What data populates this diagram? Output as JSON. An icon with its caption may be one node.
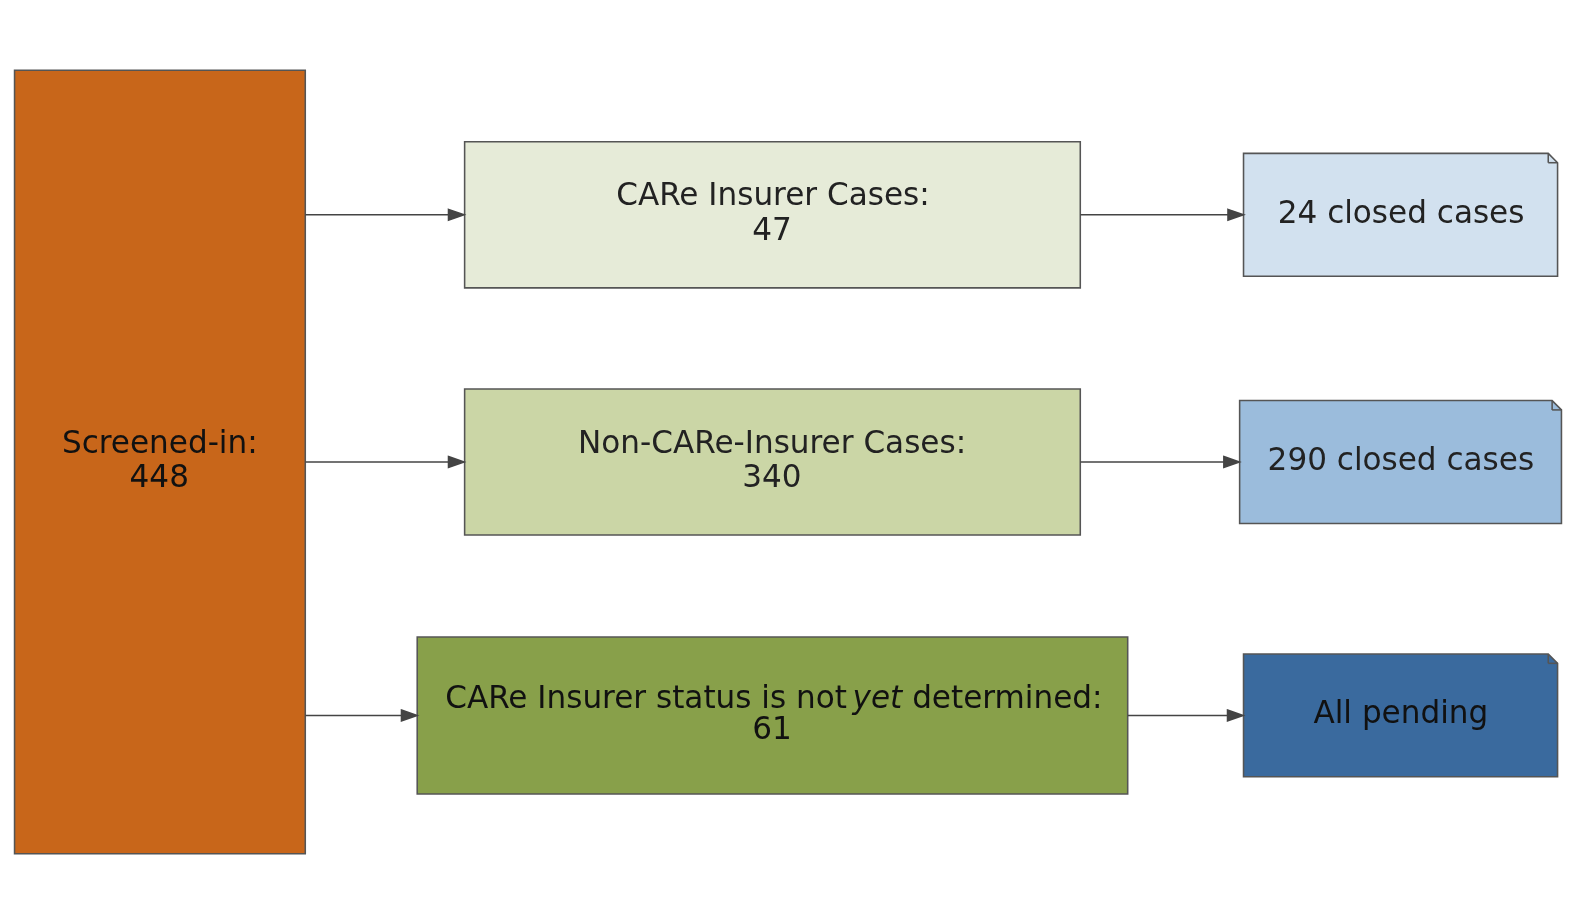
{
  "diagram": {
    "nodes": [
      {
        "text": [
          "Screened-in:",
          "448"
        ]
      },
      {
        "text": [
          "CARe Insurer Cases:",
          "47"
        ]
      },
      {
        "text": [
          "Non-CARe-Insurer Cases:",
          "340"
        ]
      },
      {
        "text": [
          "CARe Insurer status is not *yet* determined:",
          "61"
        ]
      },
      {
        "text": [
          "24 closed cases"
        ]
      },
      {
        "text": [
          "290 closed cases"
        ]
      },
      {
        "text": [
          "All pending"
        ]
      }
    ],
    "edges": [
      {
        "from": 0,
        "to": 1,
        "arrow": "to"
      },
      {
        "from": 0,
        "to": 2,
        "arrow": "to"
      },
      {
        "from": 0,
        "to": 3,
        "arrow": "to"
      },
      {
        "from": 1,
        "to": 4,
        "arrow": "to"
      },
      {
        "from": 2,
        "to": 5,
        "arrow": "to"
      },
      {
        "from": 3,
        "to": 6,
        "arrow": "to"
      }
    ]
  }
}
